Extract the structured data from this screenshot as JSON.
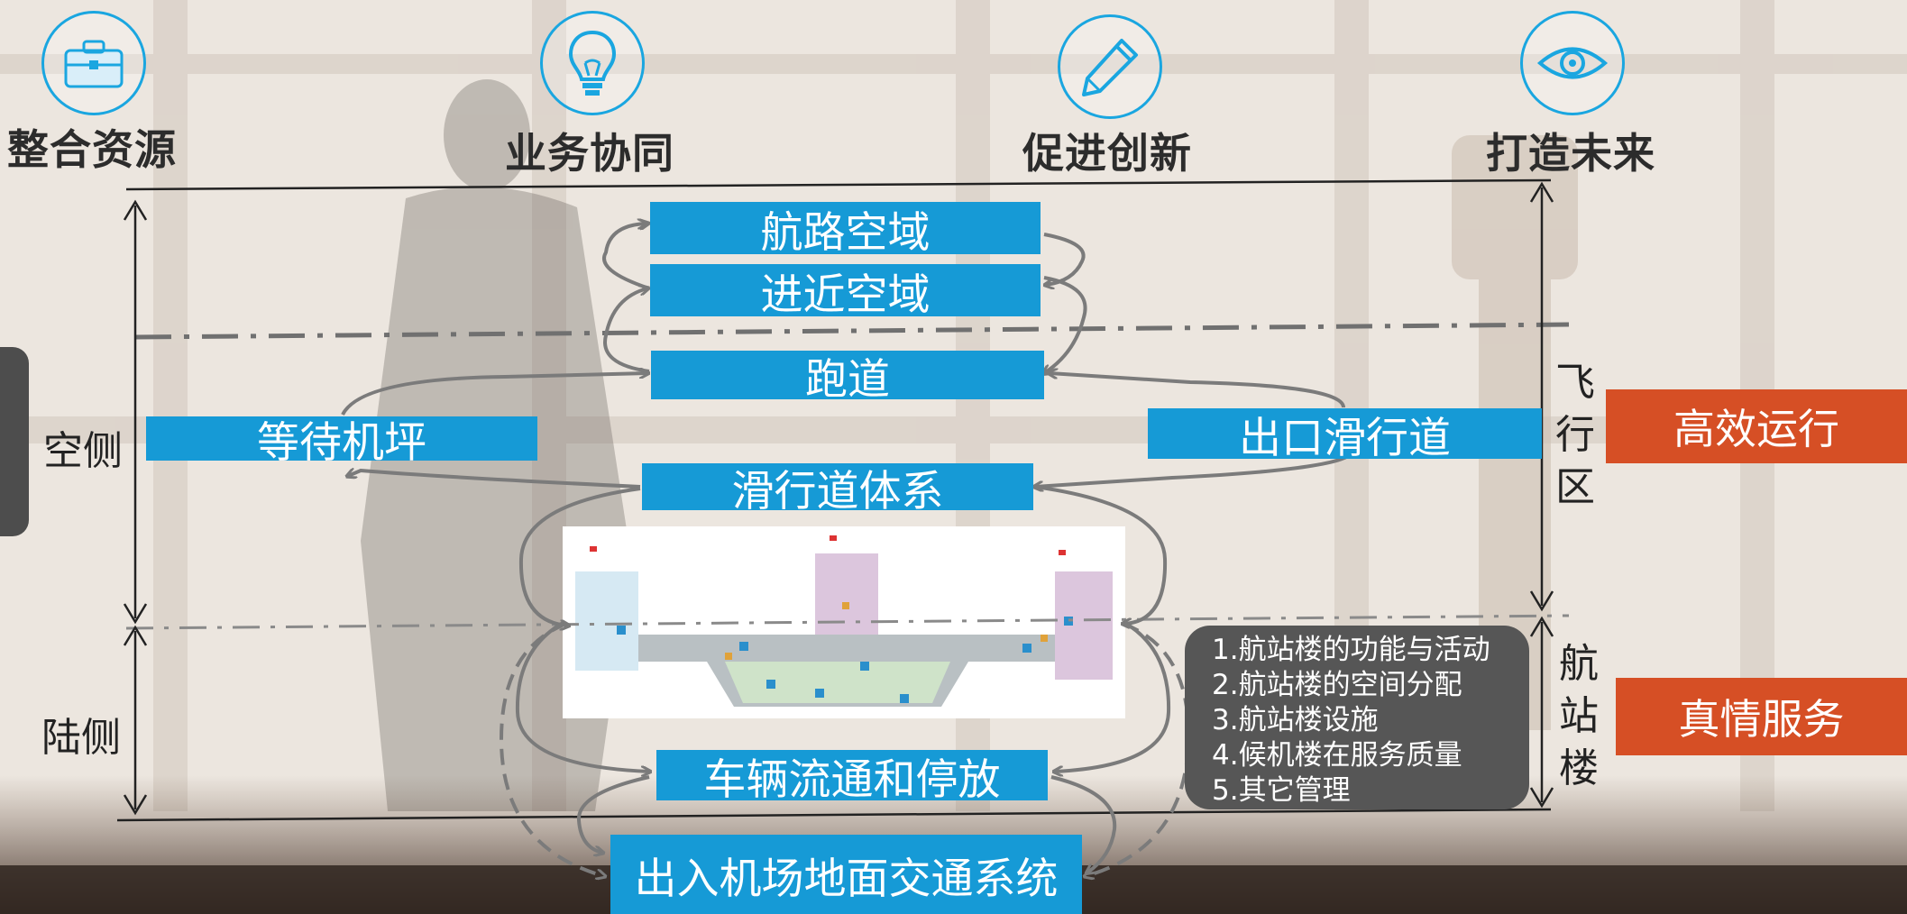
{
  "pillars": [
    {
      "label": "整合资源",
      "icon": "toolbox-icon"
    },
    {
      "label": "业务协同",
      "icon": "lightbulb-icon"
    },
    {
      "label": "促进创新",
      "icon": "pencil-icon"
    },
    {
      "label": "打造未来",
      "icon": "eye-icon"
    }
  ],
  "flow": {
    "route_airspace": "航路空域",
    "approach_airspace": "进近空域",
    "runway": "跑道",
    "holding_apron": "等待机坪",
    "exit_taxiway": "出口滑行道",
    "taxiway_system": "滑行道体系",
    "vehicle_parking": "车辆流通和停放",
    "ground_transport": "出入机场地面交通系统"
  },
  "sides": {
    "airside": "空侧",
    "landside": "陆侧"
  },
  "zones": {
    "flight_area": [
      "飞",
      "行",
      "区"
    ],
    "terminal": [
      "航",
      "站",
      "楼"
    ]
  },
  "terminal_notes": [
    "1.航站楼的功能与活动",
    "2.航站楼的空间分配",
    "3.航站楼设施",
    "4.候机楼在服务质量",
    "5.其它管理"
  ],
  "badges": {
    "efficient": "高效运行",
    "service": "真情服务"
  },
  "colors": {
    "accent_blue": "#169ad6",
    "badge_orange": "#d64f25",
    "notes_gray": "#565656"
  }
}
